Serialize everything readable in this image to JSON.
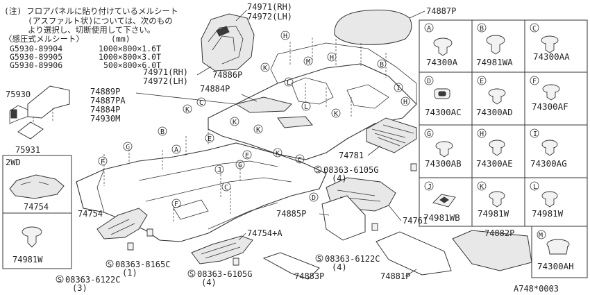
{
  "note": {
    "line1": "(注) フロアパネルに貼り付けているメルシート",
    "line2": "(アスファルト状)については、次のもの",
    "line3": "より選択し、切断使用して下さい。",
    "heading": "〈感圧式メルシート〉",
    "unit": "(mm)",
    "specs": [
      {
        "code": "G5930-89904",
        "size": "1000×800×1.6T"
      },
      {
        "code": "G5930-89905",
        "size": "1000×800×3.0T"
      },
      {
        "code": "G5930-89906",
        "size": "500×800×6.0T"
      }
    ]
  },
  "labels": {
    "p75930": "75930",
    "p75931": "75931",
    "wd2": "2WD",
    "p74754_2wd": "74754",
    "p74981w_box": "74981W",
    "p74971_rh": "74971(RH)",
    "p74972_lh": "74972(LH)",
    "p74887p": "74887P",
    "p74889p": "74889P",
    "p74887pa": "74887PA",
    "p74884p": "74884P",
    "p74930m": "74930M",
    "p74886p": "74886P",
    "p74781": "74781",
    "p74761": "74761",
    "p74885p": "74885P",
    "p74754": "74754",
    "p74754a": "74754+A",
    "p74883p": "74883P",
    "p74881p": "74881P",
    "p74882p": "74882P"
  },
  "screws": {
    "s": "S",
    "s6105g_r": {
      "code": "08363-6105G",
      "qty": "(4)"
    },
    "s8165c": {
      "code": "08363-8165C",
      "qty": "(1)"
    },
    "s6122c_l": {
      "code": "08363-6122C",
      "qty": "(3)"
    },
    "s6105g_b": {
      "code": "08363-6105G",
      "qty": "(4)"
    },
    "s6122c_r": {
      "code": "08363-6122C",
      "qty": "(4)"
    }
  },
  "markers": [
    {
      "letter": "H"
    },
    {
      "letter": "K"
    },
    {
      "letter": "M"
    },
    {
      "letter": "H"
    },
    {
      "letter": "B"
    },
    {
      "letter": "L"
    },
    {
      "letter": "L"
    },
    {
      "letter": "I"
    },
    {
      "letter": "K"
    },
    {
      "letter": "H"
    },
    {
      "letter": "K"
    },
    {
      "letter": "C"
    },
    {
      "letter": "K"
    },
    {
      "letter": "K"
    },
    {
      "letter": "B"
    },
    {
      "letter": "E"
    },
    {
      "letter": "K"
    },
    {
      "letter": "C"
    },
    {
      "letter": "A"
    },
    {
      "letter": "E"
    },
    {
      "letter": "G"
    },
    {
      "letter": "C"
    },
    {
      "letter": "F"
    },
    {
      "letter": "J"
    },
    {
      "letter": "C"
    },
    {
      "letter": "F"
    },
    {
      "letter": "D"
    }
  ],
  "clips": [
    {
      "letter": "A",
      "code": "74300A"
    },
    {
      "letter": "B",
      "code": "74981WA"
    },
    {
      "letter": "C",
      "code": "74300AA"
    },
    {
      "letter": "D",
      "code": "74300AC"
    },
    {
      "letter": "E",
      "code": "74300AD"
    },
    {
      "letter": "F",
      "code": "74300AF"
    },
    {
      "letter": "G",
      "code": "74300AB"
    },
    {
      "letter": "H",
      "code": "74300AE"
    },
    {
      "letter": "I",
      "code": "74300AG"
    },
    {
      "letter": "J",
      "code": "74981WB"
    },
    {
      "letter": "K",
      "code": "74981W"
    },
    {
      "letter": "L",
      "code": "74981W"
    },
    {
      "letter": "M",
      "code": "74300AH"
    }
  ],
  "figure_id": "A748*0003"
}
